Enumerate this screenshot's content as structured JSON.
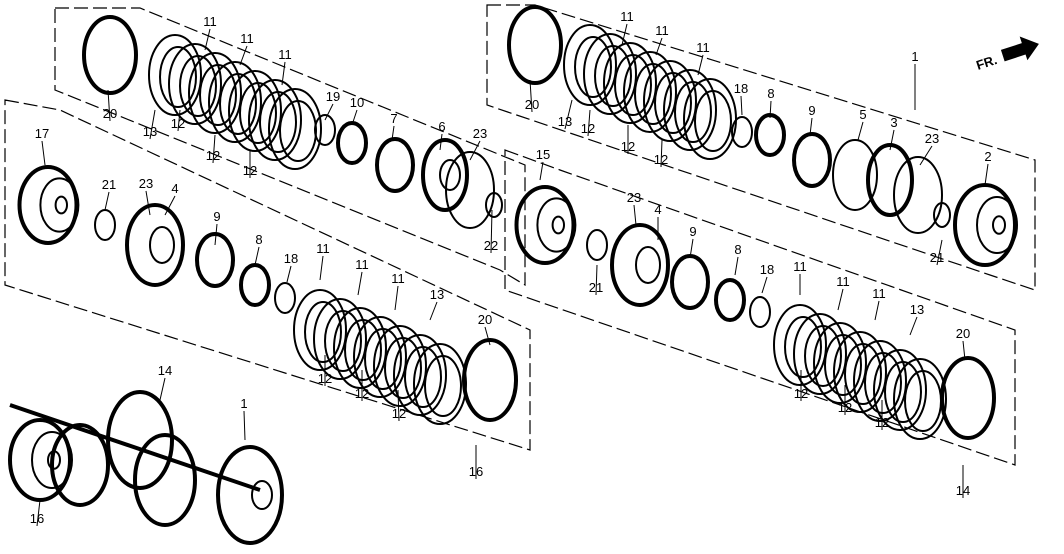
{
  "title": "Clutch assembly exploded parts diagram",
  "direction_marker": "FR.",
  "callouts": [
    {
      "label": "20"
    },
    {
      "label": "13"
    },
    {
      "label": "11"
    },
    {
      "label": "11"
    },
    {
      "label": "11"
    },
    {
      "label": "12"
    },
    {
      "label": "12"
    },
    {
      "label": "12"
    },
    {
      "label": "19"
    },
    {
      "label": "10"
    },
    {
      "label": "7"
    },
    {
      "label": "6"
    },
    {
      "label": "23"
    },
    {
      "label": "22"
    },
    {
      "label": "20"
    },
    {
      "label": "13"
    },
    {
      "label": "11"
    },
    {
      "label": "11"
    },
    {
      "label": "11"
    },
    {
      "label": "12"
    },
    {
      "label": "12"
    },
    {
      "label": "12"
    },
    {
      "label": "18"
    },
    {
      "label": "8"
    },
    {
      "label": "9"
    },
    {
      "label": "5"
    },
    {
      "label": "3"
    },
    {
      "label": "23"
    },
    {
      "label": "2"
    },
    {
      "label": "21"
    },
    {
      "label": "1"
    },
    {
      "label": "17"
    },
    {
      "label": "21"
    },
    {
      "label": "23"
    },
    {
      "label": "4"
    },
    {
      "label": "9"
    },
    {
      "label": "8"
    },
    {
      "label": "18"
    },
    {
      "label": "11"
    },
    {
      "label": "11"
    },
    {
      "label": "11"
    },
    {
      "label": "13"
    },
    {
      "label": "20"
    },
    {
      "label": "12"
    },
    {
      "label": "12"
    },
    {
      "label": "12"
    },
    {
      "label": "16"
    },
    {
      "label": "15"
    },
    {
      "label": "23"
    },
    {
      "label": "4"
    },
    {
      "label": "9"
    },
    {
      "label": "21"
    },
    {
      "label": "8"
    },
    {
      "label": "18"
    },
    {
      "label": "11"
    },
    {
      "label": "11"
    },
    {
      "label": "11"
    },
    {
      "label": "13"
    },
    {
      "label": "20"
    },
    {
      "label": "12"
    },
    {
      "label": "12"
    },
    {
      "label": "12"
    },
    {
      "label": "14"
    },
    {
      "label": "14"
    },
    {
      "label": "1"
    },
    {
      "label": "16"
    }
  ]
}
